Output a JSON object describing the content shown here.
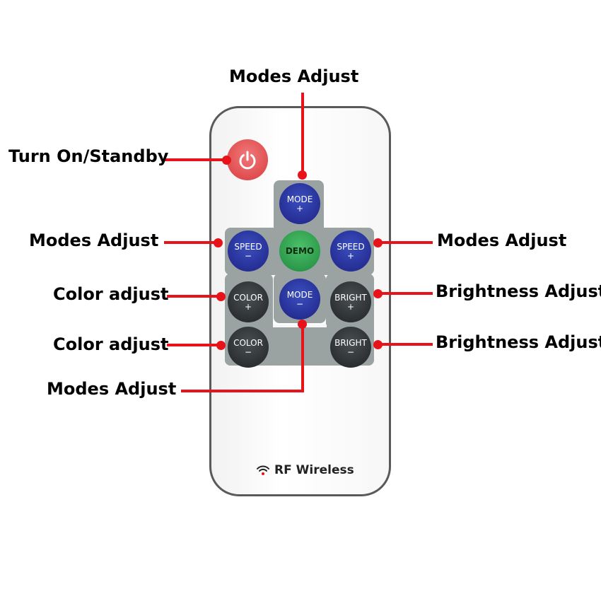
{
  "annotations": {
    "top": "Modes Adjust",
    "power": "Turn On/Standby",
    "left_speed": "Modes Adjust",
    "right_speed": "Modes Adjust",
    "color_up": "Color adjust",
    "color_down": "Color adjust",
    "bright_up": "Brightness Adjust",
    "bright_down": "Brightness Adjust",
    "bottom_mode": "Modes Adjust"
  },
  "buttons": {
    "mode_plus": {
      "text": "MODE",
      "sym": "+"
    },
    "speed_minus": {
      "text": "SPEED",
      "sym": "−"
    },
    "demo": {
      "text": "DEMO"
    },
    "speed_plus": {
      "text": "SPEED",
      "sym": "+"
    },
    "color_plus": {
      "text": "COLOR",
      "sym": "+"
    },
    "mode_minus": {
      "text": "MODE",
      "sym": "−"
    },
    "bright_plus": {
      "text": "BRIGHT",
      "sym": "+"
    },
    "color_minus": {
      "text": "COLOR",
      "sym": "−"
    },
    "bright_minus": {
      "text": "BRIGHT",
      "sym": "−"
    }
  },
  "brand": {
    "text": "RF Wireless"
  },
  "colors": {
    "annotation_line": "#e8131a",
    "power_button": "#e04e50",
    "mode_buttons": "#262f95",
    "demo_button": "#2c9a4b",
    "dark_buttons": "#2c3033"
  }
}
